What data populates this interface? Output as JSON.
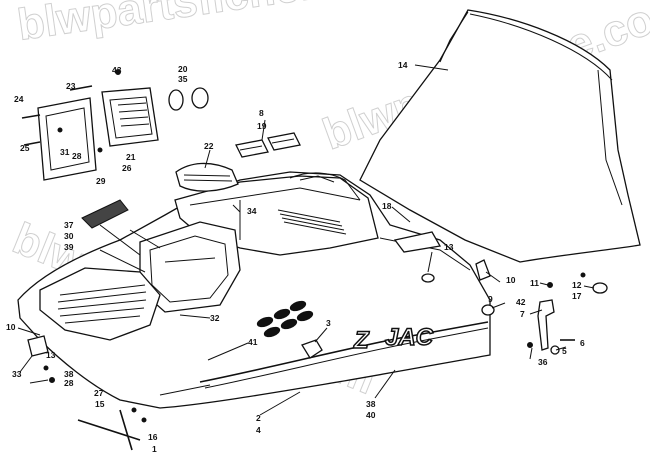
{
  "watermark": "blwpartsfiche.com",
  "decal_text": {
    "brand": "JAC",
    "letter": "Z"
  },
  "callouts": [
    {
      "n": "1"
    },
    {
      "n": "2"
    },
    {
      "n": "3"
    },
    {
      "n": "4"
    },
    {
      "n": "5"
    },
    {
      "n": "6"
    },
    {
      "n": "7"
    },
    {
      "n": "8"
    },
    {
      "n": "9"
    },
    {
      "n": "10"
    },
    {
      "n": "10b"
    },
    {
      "n": "11"
    },
    {
      "n": "12"
    },
    {
      "n": "13"
    },
    {
      "n": "13b"
    },
    {
      "n": "14"
    },
    {
      "n": "15"
    },
    {
      "n": "16"
    },
    {
      "n": "17"
    },
    {
      "n": "18"
    },
    {
      "n": "19"
    },
    {
      "n": "20"
    },
    {
      "n": "21"
    },
    {
      "n": "22"
    },
    {
      "n": "23"
    },
    {
      "n": "24"
    },
    {
      "n": "25"
    },
    {
      "n": "26"
    },
    {
      "n": "27"
    },
    {
      "n": "28"
    },
    {
      "n": "28b"
    },
    {
      "n": "29"
    },
    {
      "n": "30"
    },
    {
      "n": "31"
    },
    {
      "n": "32"
    },
    {
      "n": "33"
    },
    {
      "n": "34"
    },
    {
      "n": "35"
    },
    {
      "n": "36"
    },
    {
      "n": "37"
    },
    {
      "n": "38"
    },
    {
      "n": "38b"
    },
    {
      "n": "39"
    },
    {
      "n": "40"
    },
    {
      "n": "41"
    },
    {
      "n": "42"
    },
    {
      "n": "43"
    }
  ],
  "labels": {
    "c1": "1",
    "c2": "2",
    "c3": "3",
    "c4": "4",
    "c5": "5",
    "c6": "6",
    "c7": "7",
    "c8": "8",
    "c9": "9",
    "c10": "10",
    "c10b": "10",
    "c11": "11",
    "c12": "12",
    "c13": "13",
    "c13b": "13",
    "c14": "14",
    "c15": "15",
    "c16": "16",
    "c17": "17",
    "c18": "18",
    "c19": "19",
    "c20": "20",
    "c21": "21",
    "c22": "22",
    "c23": "23",
    "c24": "24",
    "c25": "25",
    "c26": "26",
    "c27": "27",
    "c28": "28",
    "c28b": "28",
    "c29": "29",
    "c30": "30",
    "c31": "31",
    "c32": "32",
    "c33": "33",
    "c34": "34",
    "c35": "35",
    "c36": "36",
    "c37": "37",
    "c38": "38",
    "c38b": "38",
    "c39": "39",
    "c40": "40",
    "c41": "41",
    "c42": "42",
    "c43": "43"
  }
}
